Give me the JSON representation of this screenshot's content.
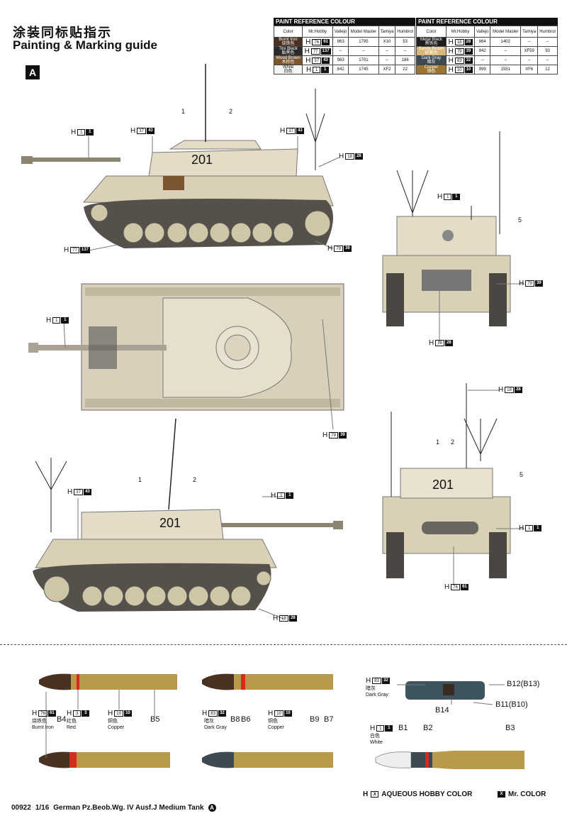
{
  "header": {
    "title_cn": "涂装同标贴指示",
    "title_en": "Painting & Marking guide",
    "scheme": "A"
  },
  "paint_tables": [
    {
      "title": "PAINT  REFERENCE COLOUR",
      "columns": [
        "Color",
        "Mr.Hobby",
        "Vallejo",
        "Model Master",
        "Tamiya",
        "Humbrol"
      ],
      "rows": [
        {
          "name": "Burnt Iron",
          "cn": "烧铁色",
          "swatch": "#4a3222",
          "h": "76",
          "mr": "61",
          "vallejo": "863",
          "mm": "1795",
          "tamiya": "X10",
          "humbrol": "53"
        },
        {
          "name": "Tire Black",
          "cn": "胎黑色",
          "swatch": "#2a2a2a",
          "h": "77",
          "mr": "137",
          "vallejo": "–",
          "mm": "–",
          "tamiya": "–",
          "humbrol": "–"
        },
        {
          "name": "Wood Brown",
          "cn": "木棕色",
          "swatch": "#7a5530",
          "h": "37",
          "mr": "43",
          "vallejo": "983",
          "mm": "1701",
          "tamiya": "–",
          "humbrol": "186"
        },
        {
          "name": "White",
          "cn": "白色",
          "swatch": "#f4f4f4",
          "h": "1",
          "mr": "1",
          "vallejo": "842",
          "mm": "1745",
          "tamiya": "XF2",
          "humbrol": "22"
        }
      ]
    },
    {
      "title": "PAINT  REFERENCE COLOUR",
      "columns": [
        "Color",
        "Mr.Hobby",
        "Vallejo",
        "Model Master",
        "Tamiya",
        "Humbrol"
      ],
      "rows": [
        {
          "name": "Metal Black",
          "cn": "黑铁色",
          "swatch": "#1e1e1e",
          "h": "18",
          "mr": "28",
          "vallejo": "864",
          "mm": "1402",
          "tamiya": "–",
          "humbrol": "–"
        },
        {
          "name": "Sandy Brown",
          "cn": "砂黄色",
          "swatch": "#d8b77a",
          "h": "79",
          "mr": "39",
          "vallejo": "842",
          "mm": "–",
          "tamiya": "XF59",
          "humbrol": "93"
        },
        {
          "name": "Dark Gray",
          "cn": "暗灰",
          "swatch": "#3e4a52",
          "h": "83",
          "mr": "32",
          "vallejo": "–",
          "mm": "–",
          "tamiya": "–",
          "humbrol": "–"
        },
        {
          "name": "Copper",
          "cn": "铜色",
          "swatch": "#9a7430",
          "h": "10",
          "mr": "10",
          "vallejo": "999",
          "mm": "1551",
          "tamiya": "XF6",
          "humbrol": "12"
        }
      ]
    }
  ],
  "callouts": {
    "white": {
      "h": "1",
      "mr": "1"
    },
    "wood": {
      "h": "37",
      "mr": "43"
    },
    "metal": {
      "h": "18",
      "mr": "28"
    },
    "tire": {
      "h": "77",
      "mr": "137"
    },
    "sand": {
      "h": "79",
      "mr": "39"
    },
    "iron": {
      "h": "76",
      "mr": "61"
    },
    "red": {
      "h": "3",
      "mr": "3"
    },
    "copper": {
      "h": "10",
      "mr": "10"
    },
    "gray": {
      "h": "83",
      "mr": "32"
    },
    "H": "H"
  },
  "marks": {
    "n1": "1",
    "n2": "2",
    "n5": "5",
    "turret_number": "201"
  },
  "ammo": {
    "burnt_iron_cn": "烧铁色",
    "burnt_iron": "Burnt Iron",
    "red_cn": "红色",
    "red": "Red",
    "copper_cn": "铜色",
    "copper": "Copper",
    "dark_gray_cn": "暗灰",
    "dark_gray": "Dark Gray",
    "white_cn": "白色",
    "white": "White",
    "B1": "B1",
    "B2": "B2",
    "B3": "B3",
    "B4": "B4",
    "B5": "B5",
    "B6": "B6",
    "B7": "B7",
    "B8": "B8",
    "B9": "B9",
    "B11": "B11(B10)",
    "B12": "B12(B13)",
    "B14": "B14"
  },
  "legend": {
    "aqueous_h": "H",
    "aqueous_x": "X",
    "aqueous": "AQUEOUS HOBBY COLOR",
    "mr_x": "X",
    "mr": "Mr. COLOR"
  },
  "footer": {
    "code": "00922",
    "scale": "1/16",
    "name": "German Pz.Beob.Wg. IV Ausf.J Medium Tank",
    "scheme": "A"
  }
}
